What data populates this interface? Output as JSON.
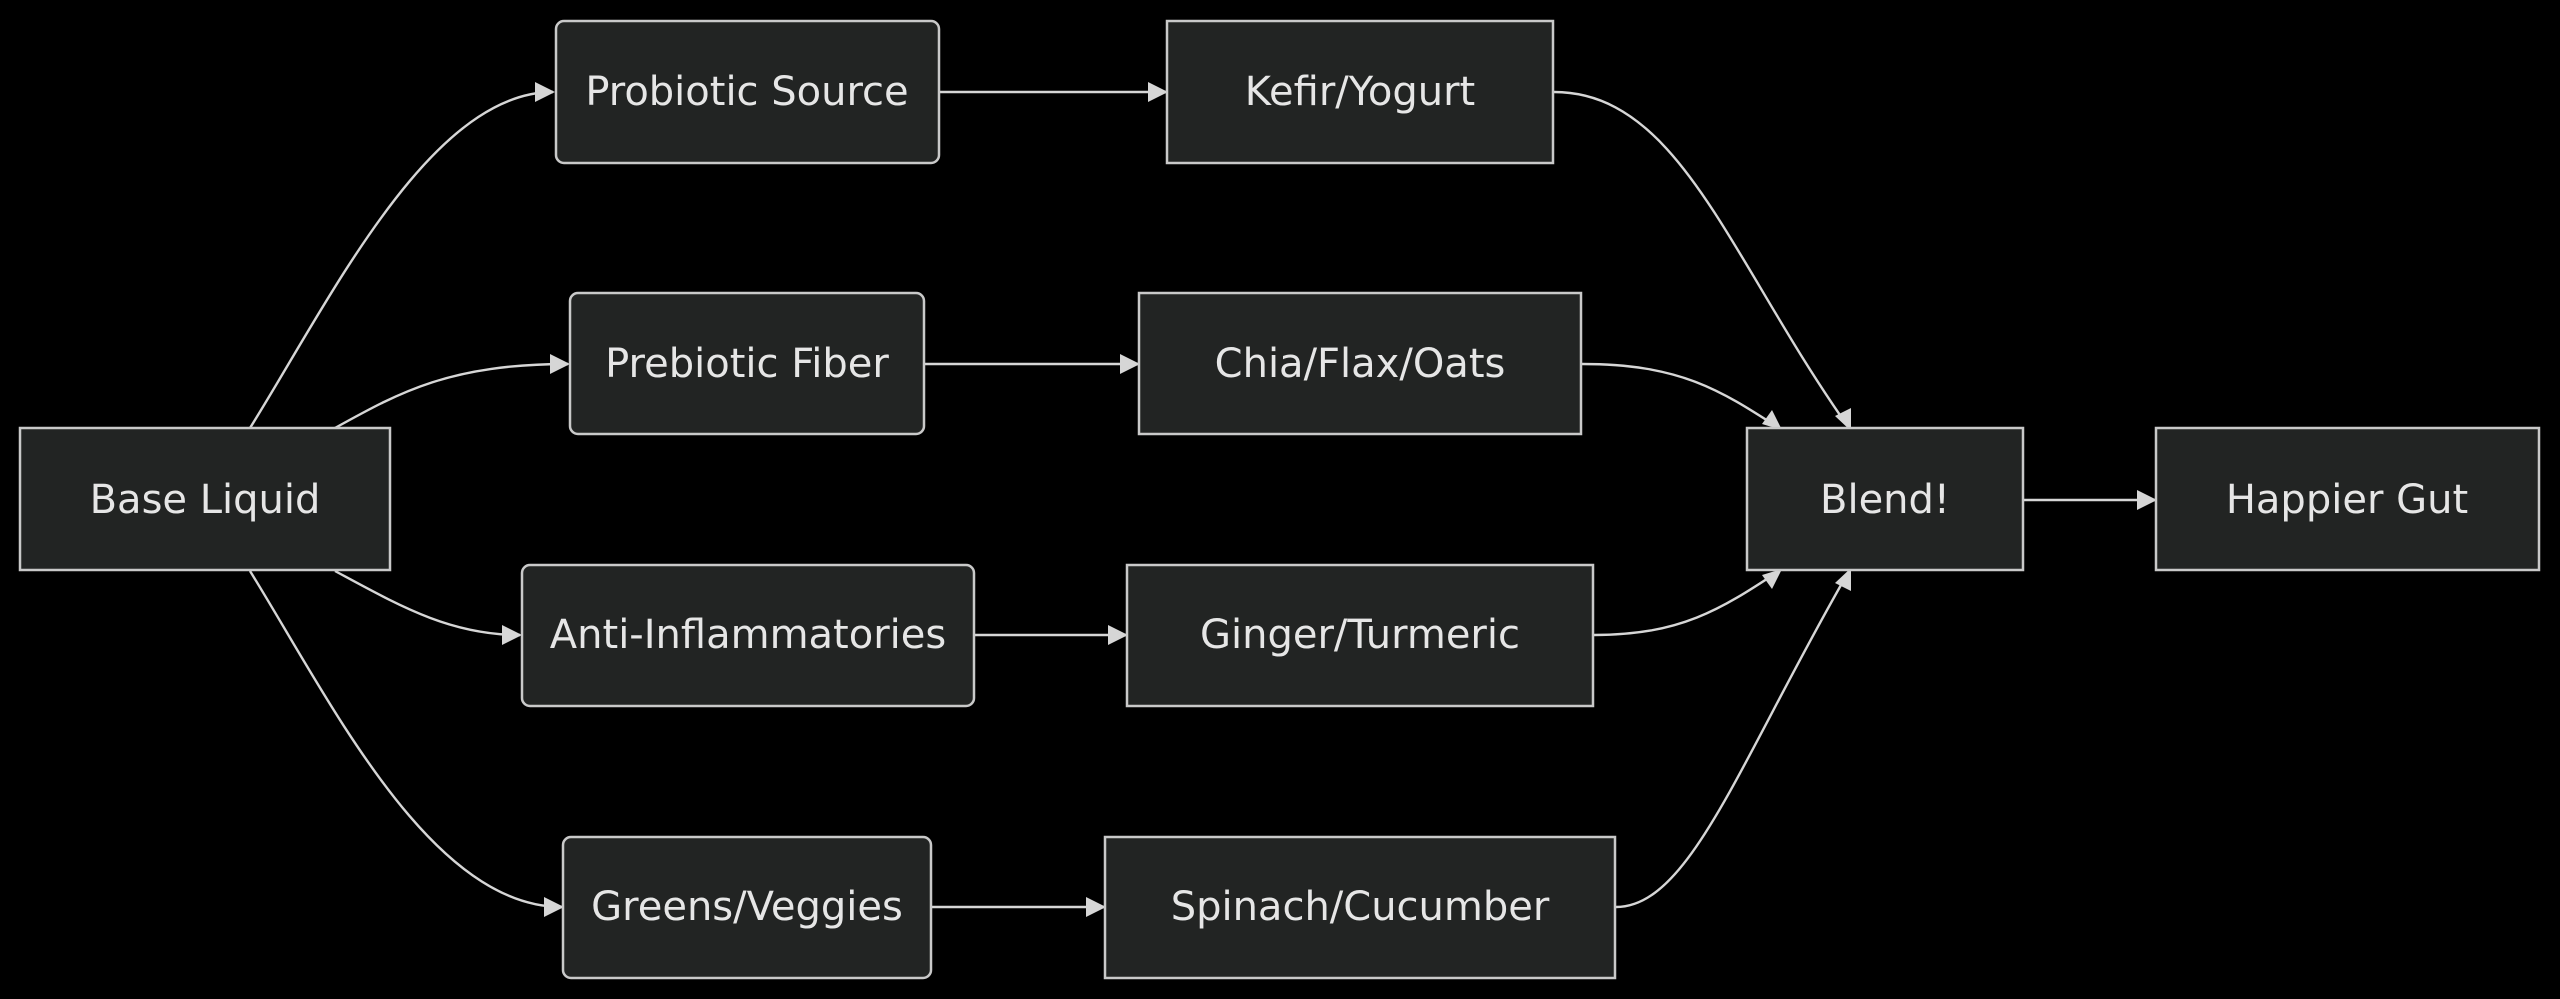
{
  "colors": {
    "background": "#000000",
    "node_fill": "#222423",
    "node_border": "#c9c9c9",
    "edge": "#d6d6d6",
    "text": "#e6e6e6"
  },
  "nodes": {
    "base_liquid": {
      "label": "Base Liquid",
      "shape": "rect"
    },
    "probiotic_source": {
      "label": "Probiotic Source",
      "shape": "rounded"
    },
    "prebiotic_fiber": {
      "label": "Prebiotic Fiber",
      "shape": "rounded"
    },
    "anti_inflammatories": {
      "label": "Anti-Inflammatories",
      "shape": "rounded"
    },
    "greens_veggies": {
      "label": "Greens/Veggies",
      "shape": "rounded"
    },
    "kefir_yogurt": {
      "label": "Kefir/Yogurt",
      "shape": "rect"
    },
    "chia_flax_oats": {
      "label": "Chia/Flax/Oats",
      "shape": "rect"
    },
    "ginger_turmeric": {
      "label": "Ginger/Turmeric",
      "shape": "rect"
    },
    "spinach_cucumber": {
      "label": "Spinach/Cucumber",
      "shape": "rect"
    },
    "blend": {
      "label": "Blend!",
      "shape": "rect"
    },
    "happier_gut": {
      "label": "Happier Gut",
      "shape": "rect"
    }
  },
  "edges": [
    {
      "from": "base_liquid",
      "to": "probiotic_source"
    },
    {
      "from": "base_liquid",
      "to": "prebiotic_fiber"
    },
    {
      "from": "base_liquid",
      "to": "anti_inflammatories"
    },
    {
      "from": "base_liquid",
      "to": "greens_veggies"
    },
    {
      "from": "probiotic_source",
      "to": "kefir_yogurt"
    },
    {
      "from": "prebiotic_fiber",
      "to": "chia_flax_oats"
    },
    {
      "from": "anti_inflammatories",
      "to": "ginger_turmeric"
    },
    {
      "from": "greens_veggies",
      "to": "spinach_cucumber"
    },
    {
      "from": "kefir_yogurt",
      "to": "blend"
    },
    {
      "from": "chia_flax_oats",
      "to": "blend"
    },
    {
      "from": "ginger_turmeric",
      "to": "blend"
    },
    {
      "from": "spinach_cucumber",
      "to": "blend"
    },
    {
      "from": "blend",
      "to": "happier_gut"
    }
  ]
}
